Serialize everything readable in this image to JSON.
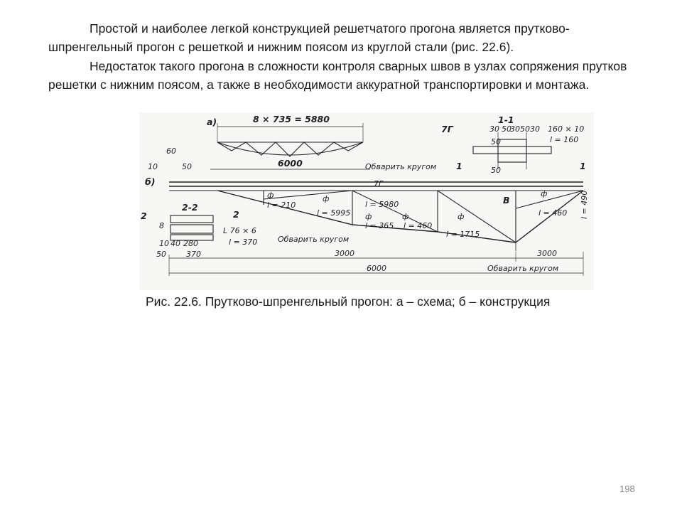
{
  "paragraphs": [
    "Простой и наиболее легкой конструкцией решетчатого прогона является прутково-шпренгельный прогон с решеткой и нижним поясом из круглой стали (рис. 22.6).",
    "Недостаток  такого прогона в сложности контроля сварных швов в узлах сопряжения прутков решетки с нижним поясом, а также в необходимости аккуратной транспортировки и монтажа."
  ],
  "figure": {
    "labels": {
      "a": "а)",
      "b": "б)",
      "scheme_dim": "8 × 735 = 5880",
      "scheme_span": "6000",
      "weld_1": "Обварить кругом",
      "weld_2": "Обварить кругом",
      "weld_3": "Обварить кругом",
      "sec_2_2": "2-2",
      "sec_1_1": "1-1",
      "mark_7g_top": "7Г",
      "mark_7g": "7Г",
      "d60": "60",
      "d10a": "10",
      "d50a": "50",
      "d10b": "10",
      "d40": "40",
      "d280": "280",
      "d370": "370",
      "d50b": "50",
      "d8": "8",
      "l76": "L 76 × 6",
      "l370": "l = 370",
      "phi1": "ф",
      "l210": "l = 210",
      "phi2": "ф",
      "l5995": "l = 5995",
      "l5980": "l = 5980",
      "phi3": "ф",
      "l365": "l = 365",
      "phi4": "ф",
      "l460a": "l = 460",
      "phi5": "ф",
      "l1715": "l = 1715",
      "node_b": "В",
      "phi6": "ф",
      "l460b": "l = 460",
      "l490": "l = 490",
      "s1_30a": "30",
      "s1_50a": "50",
      "s1_30b": "30",
      "s1_50b": "50",
      "s1_30c": "30",
      "s1_160": "160 × 10",
      "s1_l160": "l = 160",
      "s1_50c": "50",
      "s1_50d": "50",
      "mk_1a": "1",
      "mk_1b": "1",
      "mk_2a": "2",
      "mk_2b": "2",
      "d3000a": "3000",
      "d3000b": "3000",
      "d6000": "6000"
    }
  },
  "caption": "Рис. 22.6. Прутково-шпренгельный прогон: а – схема; б – конструкция",
  "page_number": "198"
}
